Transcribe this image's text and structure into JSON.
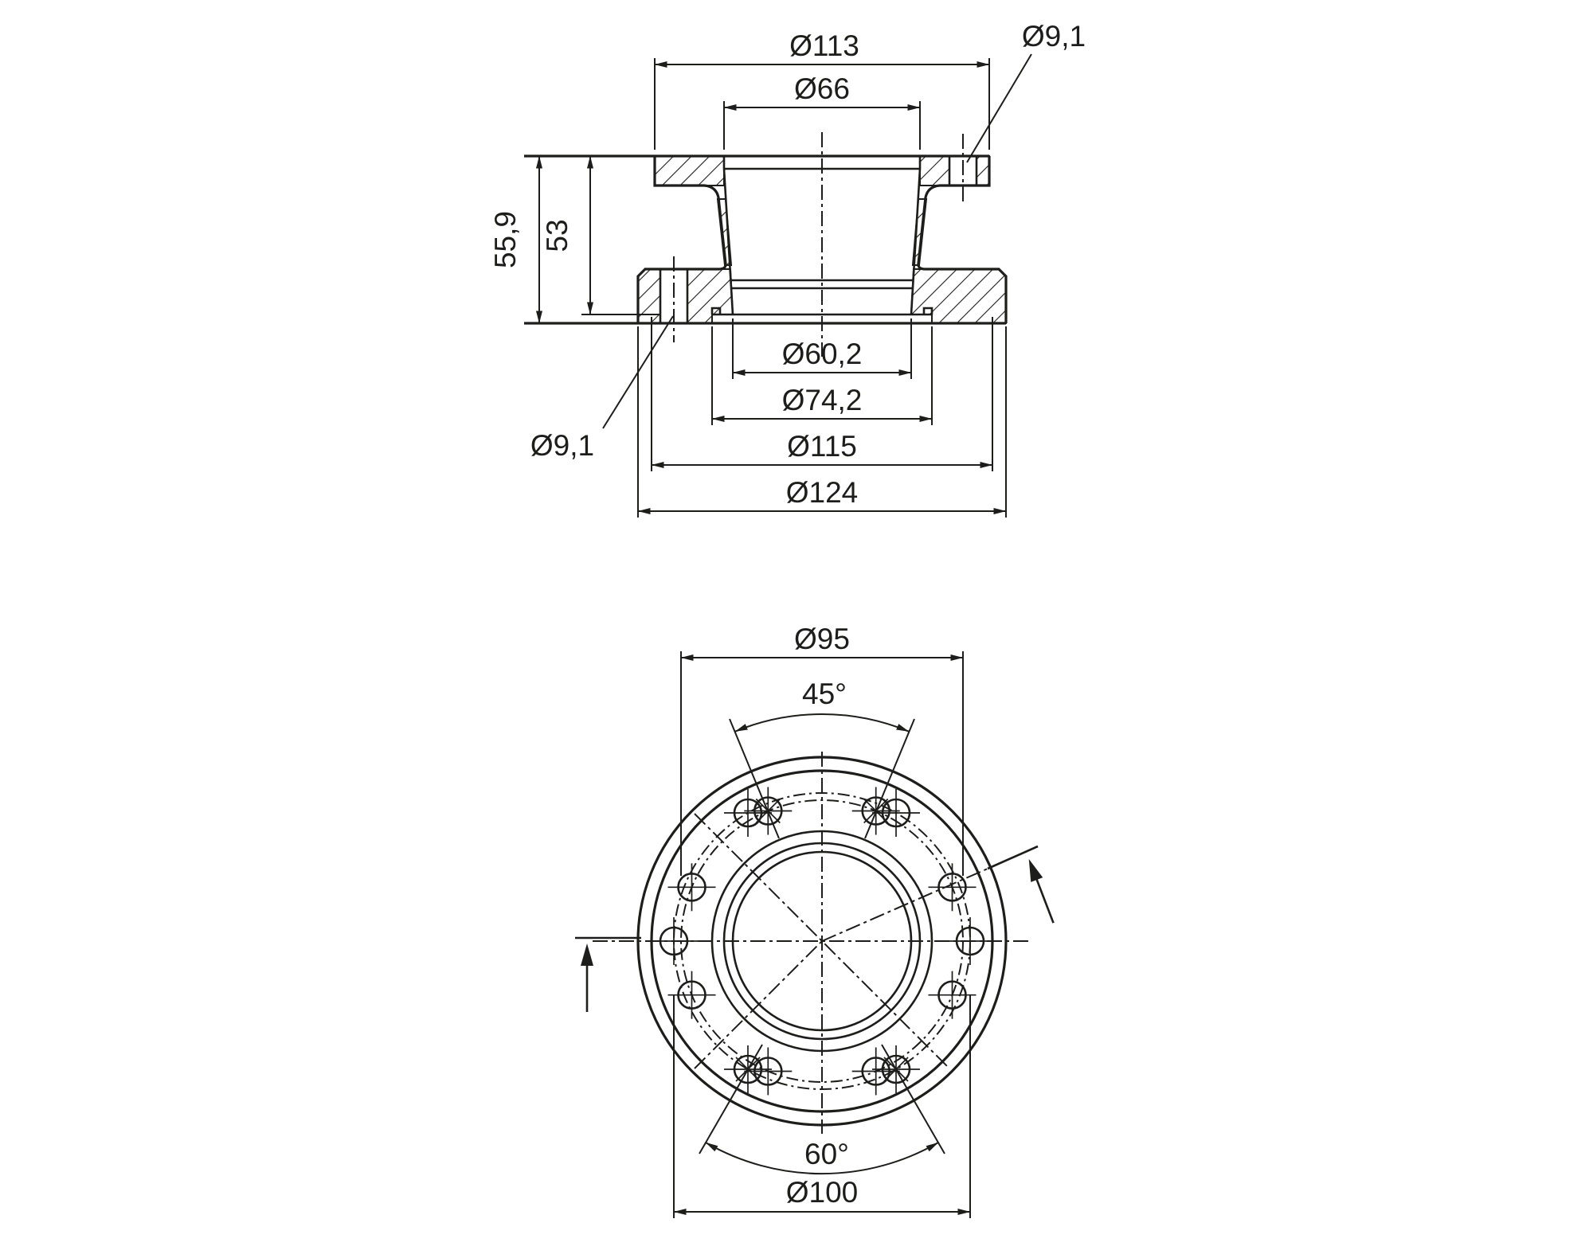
{
  "page": {
    "background": "#ffffff",
    "line_color": "#1d1d1b",
    "description": "Technical dimensional drawing of a flange adapter: sectional side view (top) and front view with bolt hole pattern (bottom)"
  },
  "views": {
    "section": {
      "name": "sectional side view",
      "dims": {
        "d113": "Ø113",
        "d66": "Ø66",
        "d91_top": "Ø9,1",
        "h559": "55,9",
        "h53": "53",
        "d602": "Ø60,2",
        "d742": "Ø74,2",
        "d115": "Ø115",
        "d124": "Ø124",
        "d91_bottom": "Ø9,1"
      }
    },
    "front": {
      "name": "front view hole pattern",
      "dims": {
        "d95": "Ø95",
        "a45": "45°",
        "a60": "60°",
        "d100": "Ø100"
      }
    }
  },
  "dimension_data": [
    {
      "view": "section",
      "label": "Ø113",
      "value": 113,
      "unit": "mm",
      "kind": "diameter",
      "feature": "upper flange outer diameter"
    },
    {
      "view": "section",
      "label": "Ø66",
      "value": 66,
      "unit": "mm",
      "kind": "diameter",
      "feature": "upper bore diameter"
    },
    {
      "view": "section",
      "label": "Ø9,1",
      "value": 9.1,
      "unit": "mm",
      "kind": "diameter",
      "feature": "upper flange bolt hole"
    },
    {
      "view": "section",
      "label": "55,9",
      "value": 55.9,
      "unit": "mm",
      "kind": "height",
      "feature": "overall height"
    },
    {
      "view": "section",
      "label": "53",
      "value": 53,
      "unit": "mm",
      "kind": "height",
      "feature": "height to recess face"
    },
    {
      "view": "section",
      "label": "Ø60,2",
      "value": 60.2,
      "unit": "mm",
      "kind": "diameter",
      "feature": "lower bore diameter"
    },
    {
      "view": "section",
      "label": "Ø74,2",
      "value": 74.2,
      "unit": "mm",
      "kind": "diameter",
      "feature": "bottom recess diameter"
    },
    {
      "view": "section",
      "label": "Ø115",
      "value": 115,
      "unit": "mm",
      "kind": "diameter",
      "feature": "lower flange step diameter"
    },
    {
      "view": "section",
      "label": "Ø124",
      "value": 124,
      "unit": "mm",
      "kind": "diameter",
      "feature": "lower flange outer diameter"
    },
    {
      "view": "section",
      "label": "Ø9,1",
      "value": 9.1,
      "unit": "mm",
      "kind": "diameter",
      "feature": "lower flange bolt hole"
    },
    {
      "view": "front",
      "label": "Ø95",
      "value": 95,
      "unit": "mm",
      "kind": "bolt-circle diameter",
      "feature": "8 holes spaced 45°"
    },
    {
      "view": "front",
      "label": "45°",
      "value": 45,
      "unit": "deg",
      "kind": "angle",
      "feature": "hole spacing on Ø95 bolt circle"
    },
    {
      "view": "front",
      "label": "60°",
      "value": 60,
      "unit": "deg",
      "kind": "angle",
      "feature": "hole spacing on Ø100 bolt circle"
    },
    {
      "view": "front",
      "label": "Ø100",
      "value": 100,
      "unit": "mm",
      "kind": "bolt-circle diameter",
      "feature": "6 holes spaced 60°"
    }
  ]
}
